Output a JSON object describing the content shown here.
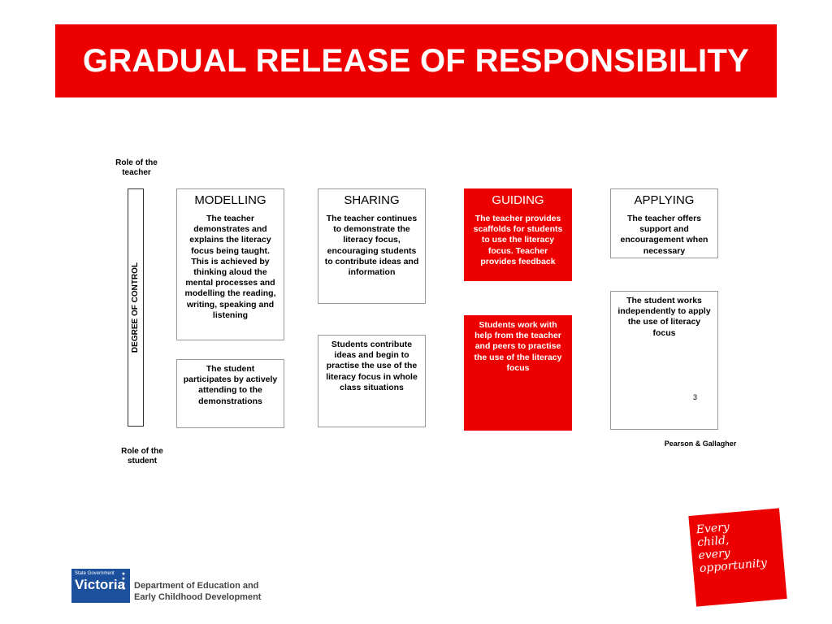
{
  "title": "GRADUAL RELEASE OF RESPONSIBILITY",
  "role_teacher": "Role of the teacher",
  "role_student": "Role of the student",
  "degree_of_control": "DEGREE OF CONTROL",
  "stages": [
    {
      "heading": "MODELLING",
      "teacher": "The teacher demonstrates and explains the literacy focus being taught. This is achieved by thinking aloud the mental processes and modelling the reading, writing, speaking and listening",
      "student": "The student participates by actively attending to the demonstrations"
    },
    {
      "heading": "SHARING",
      "teacher": "The teacher continues to demonstrate the literacy focus, encouraging students to contribute ideas and information",
      "student": "Students contribute ideas and begin to practise the use of the literacy focus in whole class situations"
    },
    {
      "heading": "GUIDING",
      "teacher": "The teacher provides scaffolds for students to use the literacy focus. Teacher provides feedback",
      "student": "Students work with help from the teacher and peers to practise the use of the literacy focus"
    },
    {
      "heading": "APPLYING",
      "teacher": "The teacher offers support and encouragement when necessary",
      "student": "The student works independently to apply the use of literacy focus"
    }
  ],
  "page_number": "3",
  "credit": "Pearson & Gallagher",
  "logo": {
    "state_government": "State Government",
    "victoria": "Victoria",
    "department_line1": "Department of Education and",
    "department_line2": "Early Childhood Development"
  },
  "tagline": {
    "line1": "Every",
    "line2": "child,",
    "line3": "every",
    "line4": "opportunity"
  },
  "colors": {
    "accent_red": "#ee0000",
    "victoria_blue": "#1c4f9c"
  }
}
